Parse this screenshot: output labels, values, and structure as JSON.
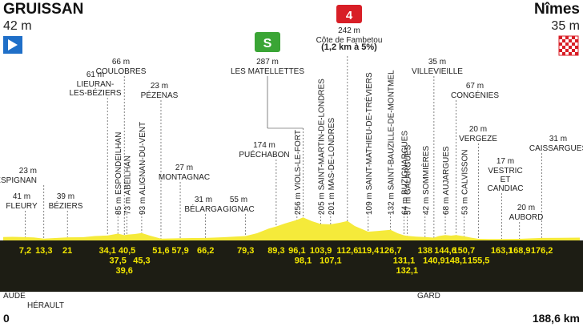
{
  "start": {
    "name": "GRUISSAN",
    "alt": "42 m"
  },
  "finish": {
    "name": "Nîmes",
    "alt": "35 m"
  },
  "axis": {
    "start_label": "0",
    "end_label": "188,6 km"
  },
  "regions": [
    "AUDE",
    "HÉRAULT",
    "GARD"
  ],
  "sprint_badge": "S",
  "climb_badge": "4",
  "climb_name": "Côte de Fambetou",
  "climb_info": "(1,2 km à 5%)",
  "colors": {
    "band": "#1d1d14",
    "profile": "#f5ea3a",
    "km_text": "#f2e600",
    "start_flag": "#1f6fc8",
    "sprint": "#3aa535",
    "climb": "#d81e26"
  },
  "chart_data": {
    "type": "area",
    "xlim": [
      0,
      188.6
    ],
    "ylim": [
      0,
      300
    ],
    "waypoints": [
      {
        "name": "FLEURY",
        "alt": "41 m",
        "km": "7,2",
        "x": 7.2
      },
      {
        "name": "LESPIGNAN",
        "alt": "23 m",
        "km": "13,3",
        "x": 13.3
      },
      {
        "name": "BÉZIERS",
        "alt": "39 m",
        "km": "21",
        "x": 21
      },
      {
        "name": "LIEURAN-\nLES-BÉZIERS",
        "alt": "61 m",
        "km": "34,1",
        "x": 34.1
      },
      {
        "name": "ESPONDEILHAN",
        "alt": "85 m",
        "km": "37,5",
        "x": 37.5
      },
      {
        "name": "COULOBRES",
        "alt": "66 m",
        "km": "39,6",
        "x": 39.6
      },
      {
        "name": "ABEILHAN",
        "alt": "73 m",
        "km": "40,5",
        "x": 40.5
      },
      {
        "name": "ALIGNAN-DU-VENT",
        "alt": "93 m",
        "km": "45,3",
        "x": 45.3
      },
      {
        "name": "PÉZENAS",
        "alt": "23 m",
        "km": "51,6",
        "x": 51.6
      },
      {
        "name": "MONTAGNAC",
        "alt": "27 m",
        "km": "57,9",
        "x": 57.9
      },
      {
        "name": "BÉLARGA",
        "alt": "31 m",
        "km": "66,2",
        "x": 66.2
      },
      {
        "name": "GIGNAC",
        "alt": "55 m",
        "km": "79,3",
        "x": 79.3
      },
      {
        "name": "PUÉCHABON",
        "alt": "174 m",
        "km": "89,3",
        "x": 89.3
      },
      {
        "name": "VIOLS-LE-FORT",
        "alt": "256 m",
        "km": "96,1",
        "x": 96.1
      },
      {
        "name": "LES MATELLETTES",
        "alt": "287 m",
        "km": "98,1",
        "x": 98.1
      },
      {
        "name": "SAINT-MARTIN-DE-LONDRES",
        "alt": "205 m",
        "km": "103,9",
        "x": 103.9
      },
      {
        "name": "MAS-DE-LONDRES",
        "alt": "201 m",
        "km": "107,1",
        "x": 107.1
      },
      {
        "name": "Côte de Fambetou",
        "alt": "242 m",
        "km": "112,6",
        "x": 112.6
      },
      {
        "name": "SAINT-MATHIEU-DE-TRÉVIERS",
        "alt": "109 m",
        "km": "119,4",
        "x": 119.4
      },
      {
        "name": "SAINT-BAUZILLE-DE-MONTMEL",
        "alt": "132 m",
        "km": "126,7",
        "x": 126.7
      },
      {
        "name": "BUZIGNARGUES",
        "alt": "64 m",
        "km": "131,1",
        "x": 131.1
      },
      {
        "name": "GALARGUES",
        "alt": "57 m",
        "km": "132,1",
        "x": 132.1
      },
      {
        "name": "SOMMIÈRES",
        "alt": "42 m",
        "km": "138",
        "x": 138
      },
      {
        "name": "VILLEVIEILLE",
        "alt": "35 m",
        "km": "140,9",
        "x": 140.9
      },
      {
        "name": "AUJARGUES",
        "alt": "68 m",
        "km": "144,6",
        "x": 144.6
      },
      {
        "name": "CONGÉNIES",
        "alt": "67 m",
        "km": "148,1",
        "x": 148.1
      },
      {
        "name": "CALVISSON",
        "alt": "53 m",
        "km": "150,7",
        "x": 150.7
      },
      {
        "name": "VERGEZE",
        "alt": "20 m",
        "km": "155,5",
        "x": 155.5
      },
      {
        "name": "VESTRIC\nET\nCANDIAC",
        "alt": "17 m",
        "km": "163,1",
        "x": 163.1
      },
      {
        "name": "AUBORD",
        "alt": "20 m",
        "km": "168,9",
        "x": 168.9
      },
      {
        "name": "CAISSARGUES",
        "alt": "31 m",
        "km": "176,2",
        "x": 176.2
      }
    ],
    "profile": [
      [
        0,
        42
      ],
      [
        3,
        45
      ],
      [
        7.2,
        41
      ],
      [
        10,
        38
      ],
      [
        13.3,
        23
      ],
      [
        17,
        30
      ],
      [
        21,
        39
      ],
      [
        26,
        40
      ],
      [
        30,
        55
      ],
      [
        34.1,
        61
      ],
      [
        37.5,
        85
      ],
      [
        39.6,
        66
      ],
      [
        40.5,
        73
      ],
      [
        43,
        80
      ],
      [
        45.3,
        93
      ],
      [
        48,
        60
      ],
      [
        51.6,
        23
      ],
      [
        55,
        25
      ],
      [
        57.9,
        27
      ],
      [
        62,
        30
      ],
      [
        66.2,
        31
      ],
      [
        72,
        40
      ],
      [
        79.3,
        55
      ],
      [
        83,
        90
      ],
      [
        87,
        150
      ],
      [
        89.3,
        174
      ],
      [
        92,
        210
      ],
      [
        96.1,
        256
      ],
      [
        98.1,
        287
      ],
      [
        101,
        240
      ],
      [
        103.9,
        205
      ],
      [
        107.1,
        201
      ],
      [
        110,
        220
      ],
      [
        112.6,
        242
      ],
      [
        115,
        180
      ],
      [
        119.4,
        109
      ],
      [
        123,
        120
      ],
      [
        126.7,
        132
      ],
      [
        129,
        90
      ],
      [
        131.1,
        64
      ],
      [
        132.1,
        57
      ],
      [
        135,
        48
      ],
      [
        138,
        42
      ],
      [
        140.9,
        35
      ],
      [
        142.5,
        55
      ],
      [
        144.6,
        68
      ],
      [
        146.5,
        60
      ],
      [
        148.1,
        67
      ],
      [
        150.7,
        53
      ],
      [
        153,
        35
      ],
      [
        155.5,
        20
      ],
      [
        159,
        18
      ],
      [
        163.1,
        17
      ],
      [
        166,
        19
      ],
      [
        168.9,
        20
      ],
      [
        172,
        25
      ],
      [
        176.2,
        31
      ],
      [
        182,
        33
      ],
      [
        188.6,
        35
      ]
    ]
  }
}
